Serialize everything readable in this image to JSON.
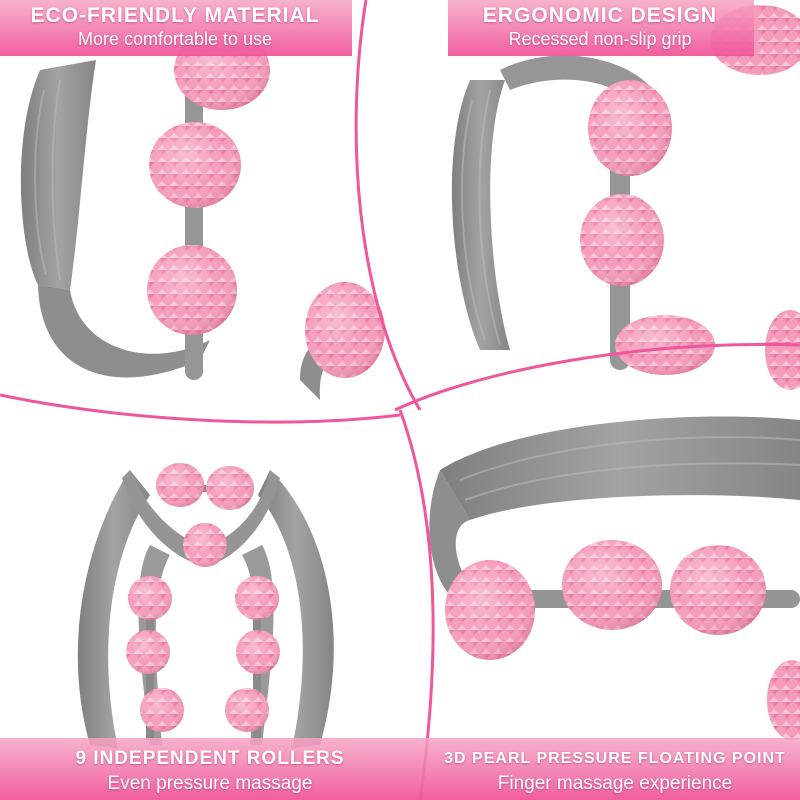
{
  "colors": {
    "accent_pink": "#f0569a",
    "roller_pink": "#f59bbb",
    "frame_gray": "#8f8f8f"
  },
  "features": {
    "top_left": {
      "title": "ECO-FRIENDLY MATERIAL",
      "subtitle": "More comfortable to use"
    },
    "top_right": {
      "title": "ERGONOMIC DESIGN",
      "subtitle": "Recessed non-slip grip"
    },
    "bottom_left": {
      "title": "9 INDEPENDENT ROLLERS",
      "subtitle": "Even pressure massage"
    },
    "bottom_right": {
      "title": "3D PEARL PRESSURE FLOATING POINT",
      "subtitle": "Finger massage experience"
    }
  },
  "roller_count": 9
}
